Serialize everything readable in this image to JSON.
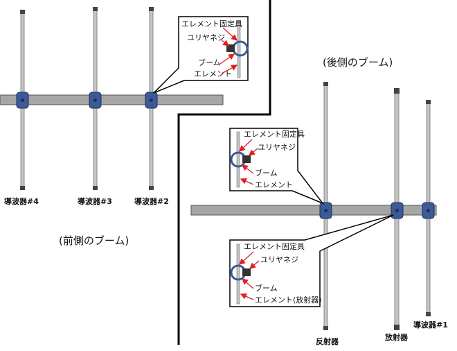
{
  "front": {
    "caption": "(前側のブーム)",
    "directors": [
      {
        "label": "導波器#4"
      },
      {
        "label": "導波器#3"
      },
      {
        "label": "導波器#2"
      }
    ],
    "callout": {
      "mount": "エレメント固定具",
      "wingnut": "ユリヤネジ",
      "boom": "ブーム",
      "element": "エレメント"
    }
  },
  "rear": {
    "caption": "(後側のブーム)",
    "reflector": "反射器",
    "radiator": "放射器",
    "director1": "導波器#1",
    "callout_reflector": {
      "mount": "エレメント固定具",
      "wingnut": "ユリヤネジ",
      "boom": "ブーム",
      "element": "エレメント"
    },
    "callout_radiator": {
      "mount": "エレメント固定具",
      "wingnut": "ユリヤネジ",
      "boom": "ブーム",
      "element": "エレメント(放射器)"
    }
  },
  "colors": {
    "boom": "#a6a6a6",
    "element": "#c4c4c4",
    "clamp": "#3c5a96",
    "arrow": "#e02020",
    "divider": "#000000"
  }
}
